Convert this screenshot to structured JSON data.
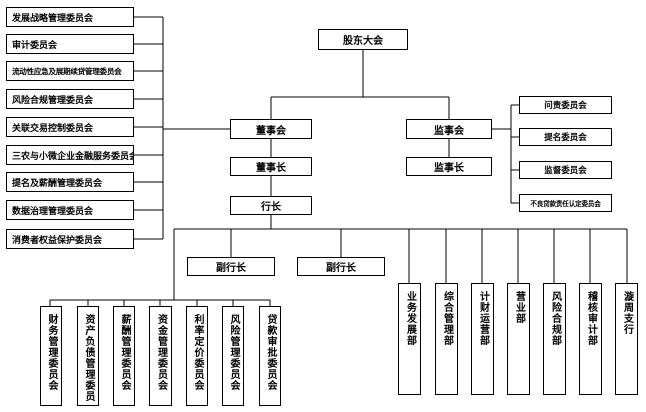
{
  "top": {
    "shareholders": "股东大会",
    "board": "董事会",
    "chairman": "董事长",
    "president": "行长",
    "supervisory_board": "监事会",
    "chief_supervisor": "监事长",
    "vice_president_1": "副行长",
    "vice_president_2": "副行长"
  },
  "board_committees": [
    "发展战略管理委员会",
    "审计委员会",
    "流动性应急及展期续贷管理委员会",
    "风险合规管理委员会",
    "关联交易控制委员会",
    "三农与小微企业金融服务委员会",
    "提名及薪酬管理委员会",
    "数据治理管理委员会",
    "消费者权益保护委员会"
  ],
  "supervisory_committees": [
    "问责委员会",
    "提名委员会",
    "监督委员会",
    "不良贷款责任认定委员会"
  ],
  "management_committees": [
    "财务管理委员会",
    "资产负债管理委员",
    "薪酬管理委员会",
    "资金管理委员会",
    "利率定价委员会",
    "风险管理委员会",
    "贷款审批委员会"
  ],
  "departments": [
    "业务发展部",
    "综合管理部",
    "计财运营部",
    "营业部",
    "风险合规部",
    "稽核审计部",
    "漩周支行"
  ]
}
